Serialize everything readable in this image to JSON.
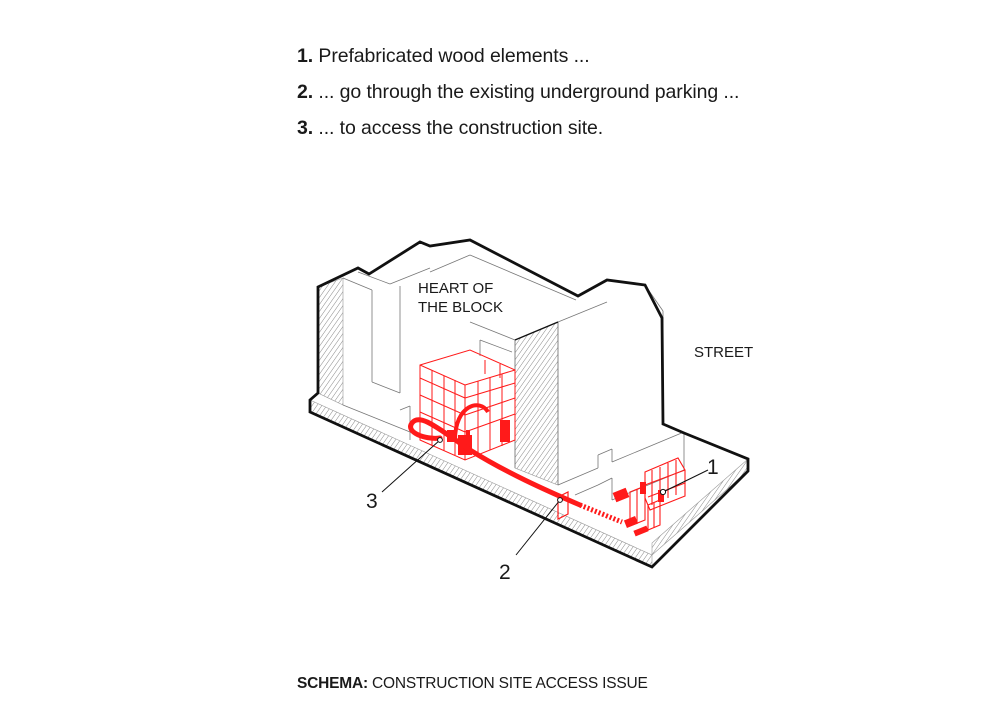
{
  "steps": [
    {
      "num": "1.",
      "text": "Prefabricated wood elements ..."
    },
    {
      "num": "2.",
      "text": "... go through the existing underground parking ..."
    },
    {
      "num": "3.",
      "text": "... to access the construction site."
    }
  ],
  "labels": {
    "heart_line1": "HEART OF",
    "heart_line2": "THE BLOCK",
    "street": "STREET"
  },
  "callouts": {
    "one": "1",
    "two": "2",
    "three": "3"
  },
  "caption": {
    "bold": "SCHEMA:",
    "text": " CONSTRUCTION SITE ACCESS ISSUE"
  },
  "colors": {
    "accent": "#ff1a1a",
    "line": "#111111",
    "thin": "#777777"
  }
}
